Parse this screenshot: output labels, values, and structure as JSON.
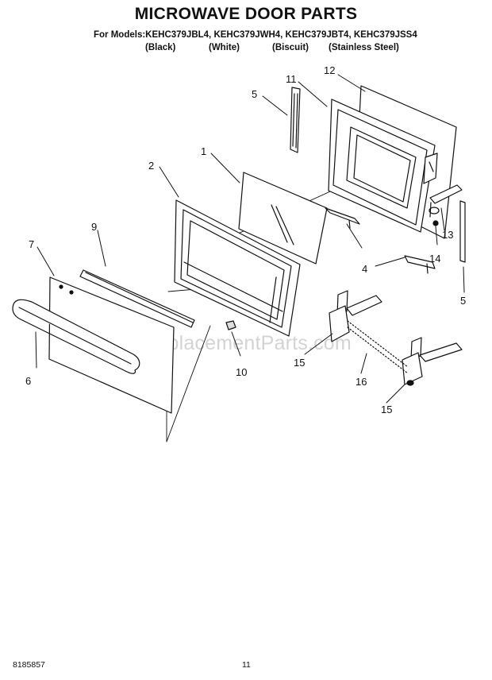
{
  "header": {
    "title": "MICROWAVE DOOR PARTS",
    "models": "For Models:KEHC379JBL4, KEHC379JWH4, KEHC379JBT4, KEHC379JSS4",
    "finishes": [
      "(Black)",
      "(White)",
      "(Biscuit)",
      "(Stainless Steel)"
    ]
  },
  "diagram": {
    "watermark": "eReplacementParts.com",
    "callouts": {
      "c1": "1",
      "c2": "2",
      "c5a": "5",
      "c5b": "5",
      "c4": "4",
      "c6": "6",
      "c7": "7",
      "c9": "9",
      "c10": "10",
      "c11": "11",
      "c12": "12",
      "c13": "13",
      "c14": "14",
      "c15a": "15",
      "c15b": "15",
      "c16": "16"
    }
  },
  "footer": {
    "doc_number": "8185857",
    "page_number": "11"
  }
}
